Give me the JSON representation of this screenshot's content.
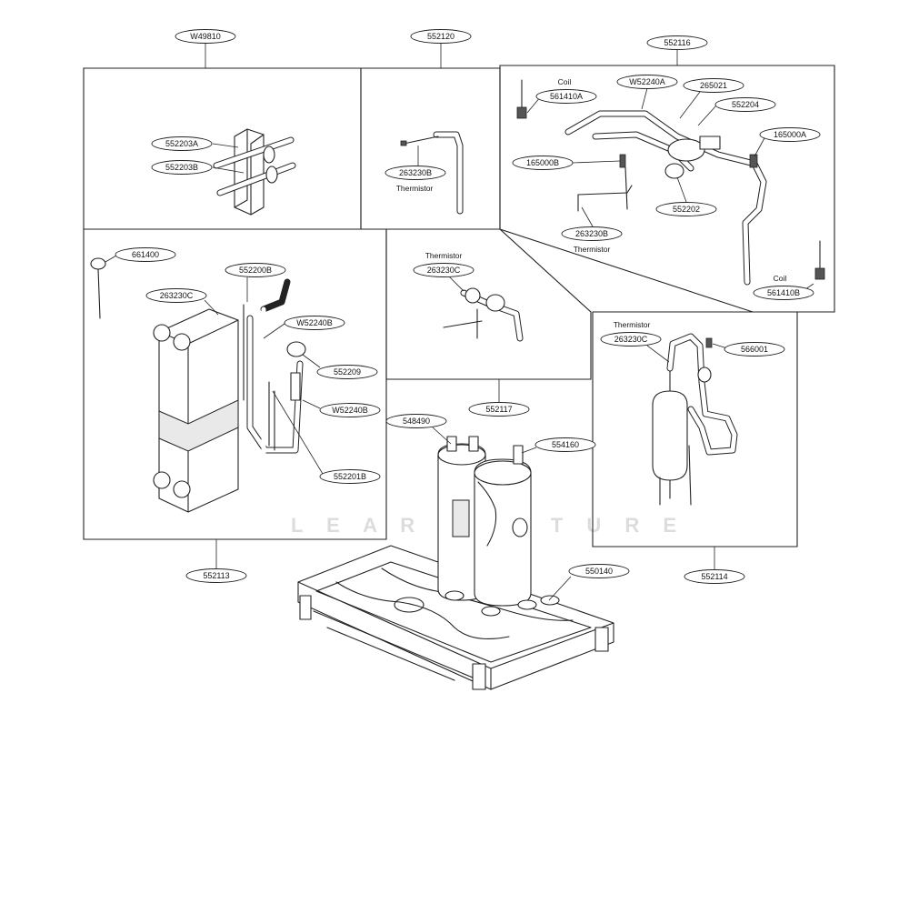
{
  "title": "",
  "groups": [
    {
      "id": "group-w49810",
      "label": "W49810"
    },
    {
      "id": "group-552120",
      "label": "552120"
    },
    {
      "id": "group-552116",
      "label": "552116"
    },
    {
      "id": "group-552113",
      "label": "552113"
    },
    {
      "id": "group-552117",
      "label": "552117"
    },
    {
      "id": "group-552114",
      "label": "552114"
    }
  ],
  "parts": {
    "p552203a": "552203A",
    "p552203b": "552203B",
    "p263230b_1": "263230B",
    "p561410a": "561410A",
    "pw52240a": "W52240A",
    "p265021": "265021",
    "p552204": "552204",
    "p165000a": "165000A",
    "p165000b": "165000B",
    "p552202": "552202",
    "p263230b_2": "263230B",
    "p561410b": "561410B",
    "p661400": "661400",
    "p552200b": "552200B",
    "p263230c_1": "263230C",
    "pw52240b_1": "W52240B",
    "p552209": "552209",
    "pw52240b_2": "W52240B",
    "p552201b": "552201B",
    "p263230c_2": "263230C",
    "p263230c_3": "263230C",
    "p566001": "566001",
    "p548490": "548490",
    "p554160": "554160",
    "p550140": "550140"
  },
  "captions": {
    "thermistor_1": "Thermistor",
    "coil_a": "Coil",
    "thermistor_2": "Thermistor",
    "coil_b": "Coil",
    "thermistor_3": "Thermistor",
    "thermistor_4": "Thermistor"
  }
}
